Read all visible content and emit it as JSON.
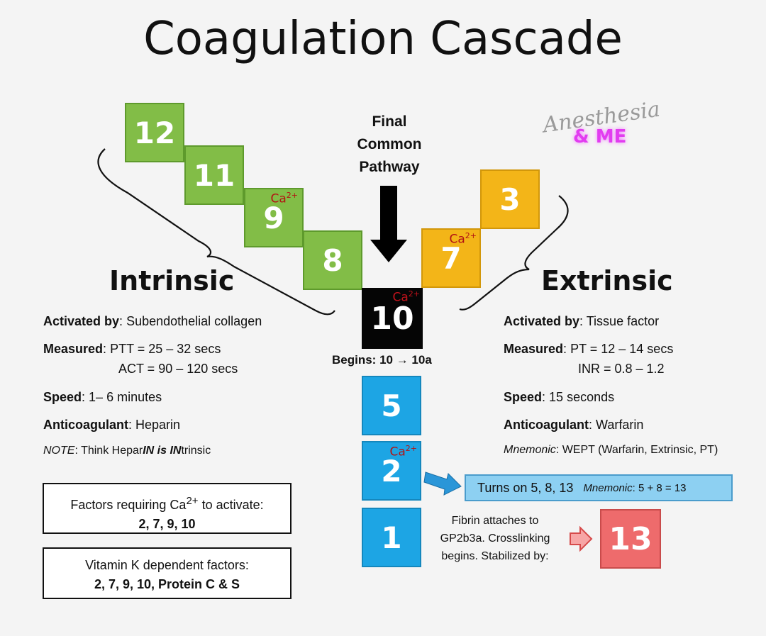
{
  "title": "Coagulation Cascade",
  "logo": {
    "line1": "Anesthesia",
    "line2": "& ME",
    "color": "#e23cf0"
  },
  "colors": {
    "intrinsic": "#82bd47",
    "extrinsic": "#f3b518",
    "common": "#1da5e4",
    "factor10": "#050505",
    "factor13": "#ee6b6c",
    "calcium": "#b31313"
  },
  "intrinsic_factors": [
    "12",
    "11",
    "9",
    "8"
  ],
  "extrinsic_factors": [
    "3",
    "7"
  ],
  "common_factors": [
    "10",
    "5",
    "2",
    "1"
  ],
  "factor13": "13",
  "calcium_label": "Ca",
  "calcium_charge": "2+",
  "final_common": {
    "line1": "Final",
    "line2": "Common",
    "line3": "Pathway"
  },
  "begins": {
    "label": "Begins:",
    "text": "10 → 10a"
  },
  "intrinsic": {
    "heading": "Intrinsic",
    "activated_label": "Activated by",
    "activated_value": "Subendothelial collagen",
    "measured_label": "Measured",
    "measured_value1": "PTT = 25 – 32 secs",
    "measured_value2": "ACT = 90 – 120 secs",
    "speed_label": "Speed",
    "speed_value": "1– 6 minutes",
    "anticoag_label": "Anticoagulant",
    "anticoag_value": "Heparin",
    "note_label": "NOTE",
    "note_prefix": "Think Hepar",
    "note_b1": "IN is IN",
    "note_suffix": "trinsic"
  },
  "extrinsic": {
    "heading": "Extrinsic",
    "activated_label": "Activated by",
    "activated_value": "Tissue factor",
    "measured_label": "Measured",
    "measured_value1": "PT = 12 – 14 secs",
    "measured_value2": "INR = 0.8 – 1.2",
    "speed_label": "Speed",
    "speed_value": "15 seconds",
    "anticoag_label": "Anticoagulant",
    "anticoag_value": "Warfarin",
    "mnemonic_label": "Mnemonic",
    "mnemonic_text": "WEPT (Warfarin, Extrinsic, PT)"
  },
  "calcium_box": {
    "line1_prefix": "Factors requiring Ca",
    "line1_sup": "2+",
    "line1_suffix": "to activate:",
    "line2": "2, 7, 9, 10"
  },
  "vitk_box": {
    "line1": "Vitamin K dependent factors:",
    "line2": "2, 7, 9, 10, Protein C & S"
  },
  "turns_on": {
    "text": "Turns on 5, 8, 13",
    "mnemonic_label": "Mnemonic",
    "mnemonic_text": "5 + 8 = 13"
  },
  "fibrin": {
    "line1": "Fibrin attaches to",
    "line2": "GP2b3a. Crosslinking",
    "line3": "begins. Stabilized by:"
  }
}
